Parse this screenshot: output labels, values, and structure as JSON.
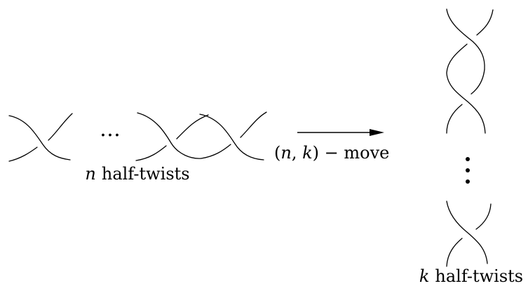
{
  "left_group": {
    "twist_count_label": "n",
    "label_suffix": "half-twists",
    "ellipsis": "…"
  },
  "move": {
    "open_paren": "(",
    "var_n": "n",
    "comma": ", ",
    "var_k": "k",
    "close_paren": ")",
    "dash": " − ",
    "word": "move"
  },
  "right_group": {
    "twist_count_label": "k",
    "label_suffix": "half-twists",
    "ellipsis": "⋮"
  }
}
